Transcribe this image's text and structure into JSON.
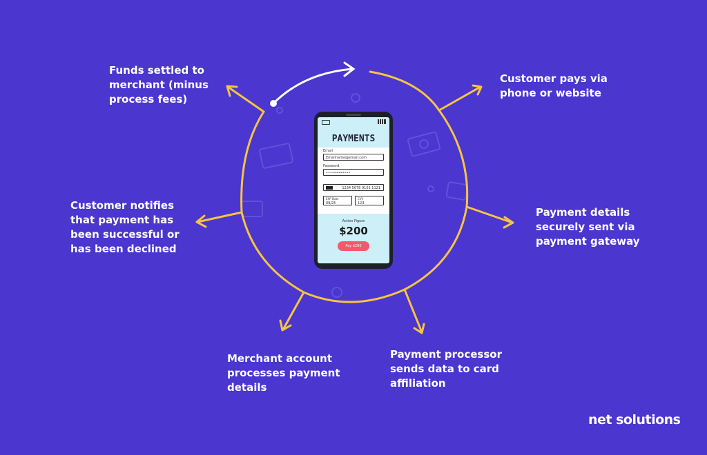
{
  "steps": [
    "Funds settled to merchant (minus process fees)",
    "Customer pays via phone or website",
    "Payment details securely sent via payment gateway",
    "Payment processor sends data to card affiliation",
    "Merchant account processes payment details",
    "Customer notifies that payment has been successful or has been declined"
  ],
  "phone": {
    "title": "PAYMENTS",
    "email_label": "Email",
    "email_value": "Emailname@email.com",
    "password_label": "Password",
    "password_value": "••••••••••••",
    "card_number": "1234 5678 9101 1121",
    "expiry_label": "EXP Date",
    "expiry_value": "09/25",
    "cvv_label": "CVV",
    "cvv_value": "123",
    "amount_label": "Action Figure",
    "amount": "$200",
    "pay_button": "Pay $200"
  },
  "brand": "net solutions",
  "colors": {
    "background": "#4b36cf",
    "cycle": "#f5c542",
    "text": "#ffffff",
    "pay_button": "#f2596a",
    "screen": "#cdeff8"
  }
}
